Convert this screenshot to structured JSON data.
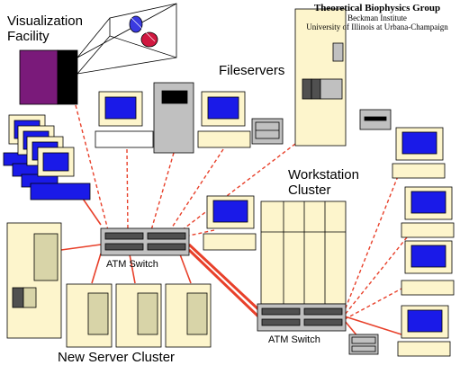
{
  "header": {
    "org_title": "Theoretical Biophysics Group",
    "org_line1": "Beckman Institute",
    "org_line2": "University of Illinois at Urbana-Champaign"
  },
  "labels": {
    "visualization_line1": "Visualization",
    "visualization_line2": "Facility",
    "fileservers": "Fileservers",
    "workstation_line1": "Workstation",
    "workstation_line2": "Cluster",
    "atm_switch_left": "ATM Switch",
    "atm_switch_right": "ATM Switch",
    "new_server_cluster": "New Server Cluster"
  },
  "colors": {
    "link": "#e8402a",
    "cream": "#fdf5cc",
    "panel": "#d8d4a8",
    "grey": "#c0c0c0",
    "dark_grey": "#505050",
    "blue_screen": "#1a1ae8",
    "purple": "#7a1a7a",
    "magenta": "#c4164a"
  }
}
